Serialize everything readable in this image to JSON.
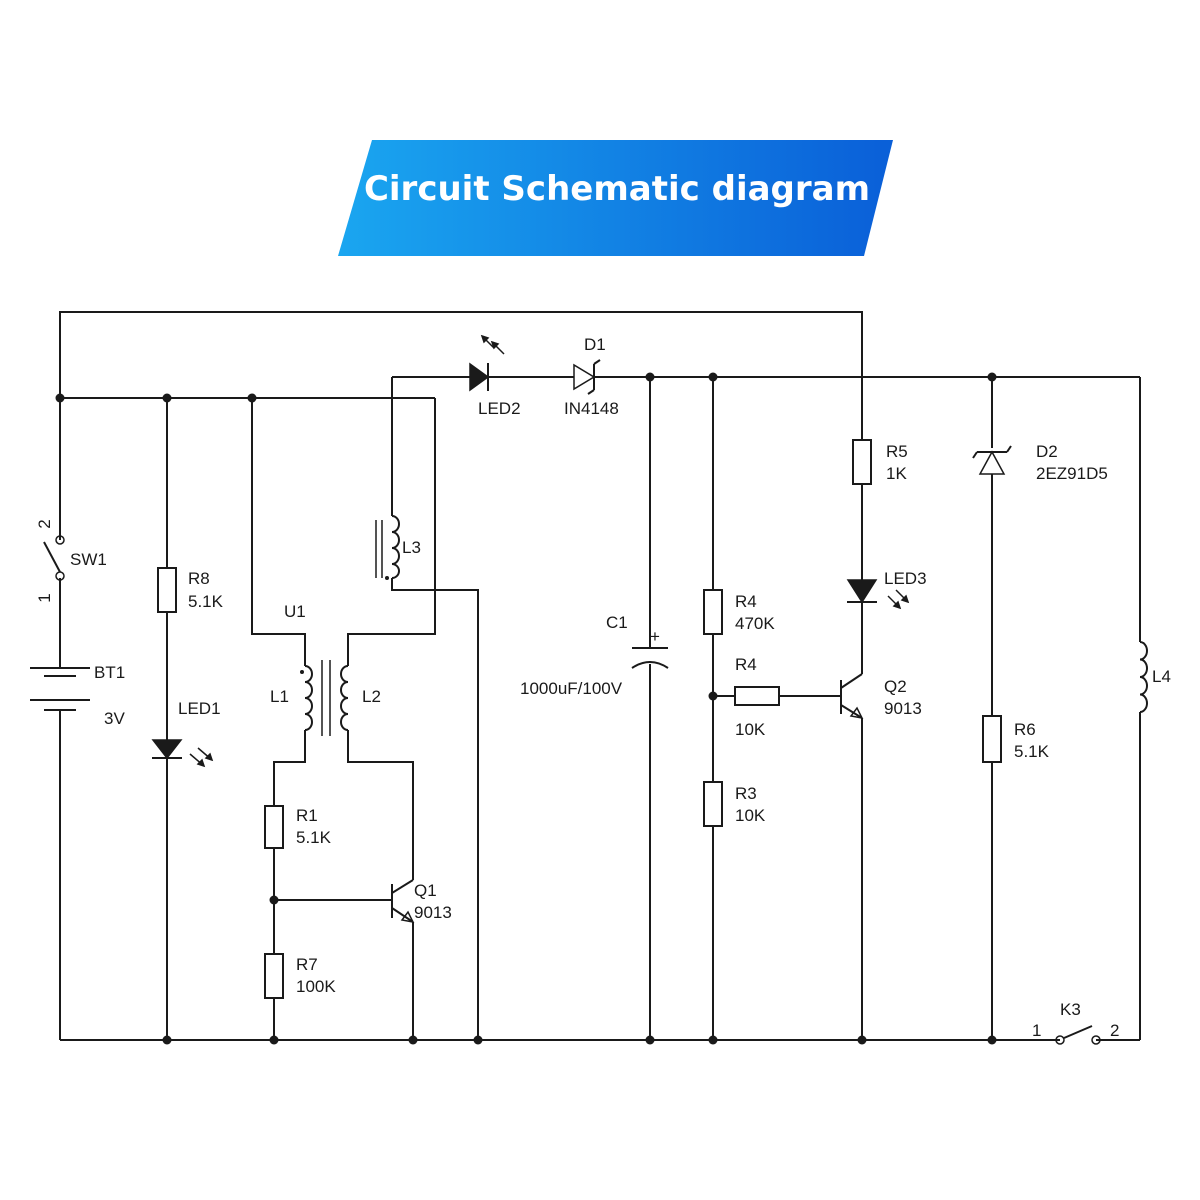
{
  "title": "Circuit Schematic diagram",
  "colors": {
    "banner_start": "#1aa6f0",
    "banner_end": "#0a5fd8",
    "wire": "#1a1a1a",
    "background": "#ffffff"
  },
  "components": {
    "sw1": {
      "ref": "SW1",
      "pin1": "1",
      "pin2": "2"
    },
    "bt1": {
      "ref": "BT1",
      "value": "3V"
    },
    "r8": {
      "ref": "R8",
      "value": "5.1K"
    },
    "led1": {
      "ref": "LED1"
    },
    "u1": {
      "ref": "U1"
    },
    "l1": {
      "ref": "L1"
    },
    "l2": {
      "ref": "L2"
    },
    "l3": {
      "ref": "L3"
    },
    "r1": {
      "ref": "R1",
      "value": "5.1K"
    },
    "q1": {
      "ref": "Q1",
      "value": "9013"
    },
    "r7": {
      "ref": "R7",
      "value": "100K"
    },
    "led2": {
      "ref": "LED2"
    },
    "d1": {
      "ref": "D1",
      "value": "IN4148"
    },
    "c1": {
      "ref": "C1",
      "value": "1000uF/100V",
      "polarity": "+"
    },
    "r4a": {
      "ref": "R4",
      "value": "470K"
    },
    "r4b": {
      "ref": "R4",
      "value": "10K"
    },
    "r3": {
      "ref": "R3",
      "value": "10K"
    },
    "r5": {
      "ref": "R5",
      "value": "1K"
    },
    "led3": {
      "ref": "LED3"
    },
    "q2": {
      "ref": "Q2",
      "value": "9013"
    },
    "d2": {
      "ref": "D2",
      "value": "2EZ91D5"
    },
    "r6": {
      "ref": "R6",
      "value": "5.1K"
    },
    "l4": {
      "ref": "L4"
    },
    "k3": {
      "ref": "K3",
      "pin1": "1",
      "pin2": "2"
    }
  }
}
